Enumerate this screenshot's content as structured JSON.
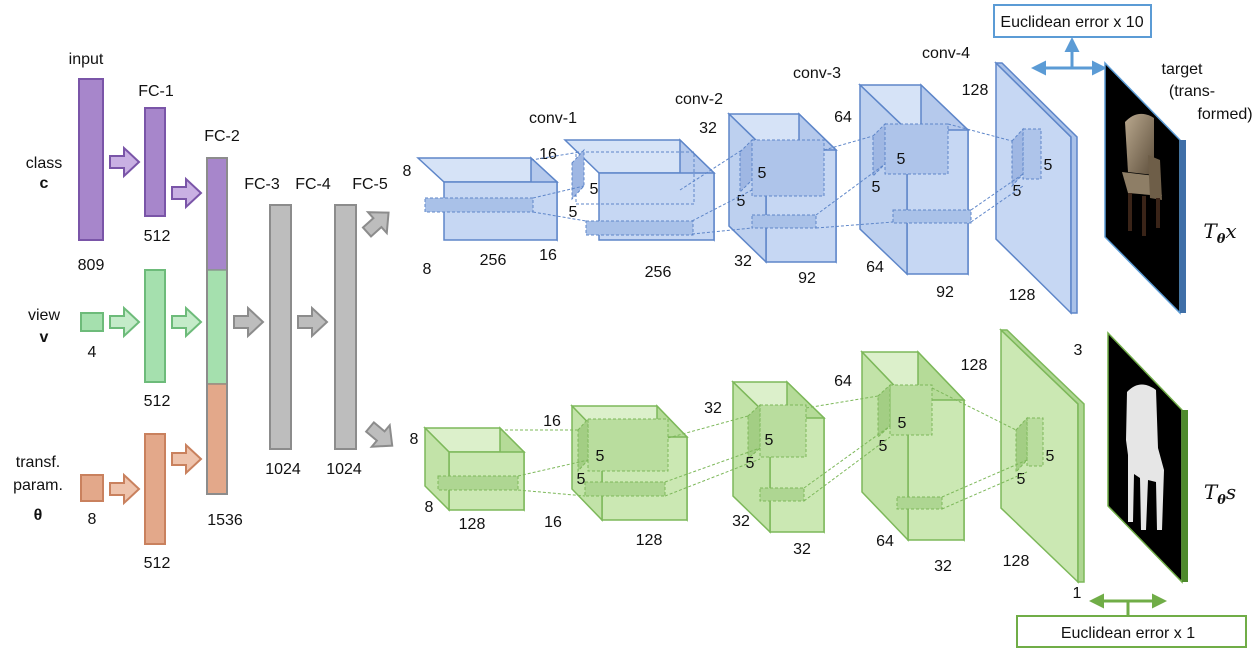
{
  "colors": {
    "input_class": "#A786CB",
    "input_class_edge": "#7A55A8",
    "input_view": "#A5E0AE",
    "input_view_edge": "#6DBB7A",
    "input_transf": "#E3A88A",
    "input_transf_edge": "#C9815E",
    "fc_gray": "#BDBDBD",
    "fc_gray_edge": "#8C8C8C",
    "conv_blue": "#C6D7F3",
    "conv_blue_edge": "#5E86C9",
    "conv_green": "#CBE8B3",
    "conv_green_edge": "#7DB85A",
    "arrow_blue": "#5B9BD5",
    "arrow_green": "#70AD47"
  },
  "inputs": {
    "header": "input",
    "class": {
      "label": "class",
      "symbol": "c",
      "size": "809"
    },
    "view": {
      "label": "view",
      "symbol": "v",
      "size": "4"
    },
    "transf": {
      "label_line1": "transf.",
      "label_line2": "param.",
      "symbol": "θ",
      "size": "8"
    }
  },
  "fc_layers": {
    "fc1": {
      "name": "FC-1",
      "size": "512"
    },
    "fc2": {
      "name": "FC-2",
      "size": "1536"
    },
    "fc3": {
      "name": "FC-3",
      "size": "1024"
    },
    "fc4": {
      "name": "FC-4",
      "size": "1024"
    },
    "fc5": {
      "name": "FC-5"
    }
  },
  "top_branch": {
    "layers": [
      {
        "name": "",
        "depth": "8",
        "height": "8",
        "width": "256"
      },
      {
        "name": "conv-1",
        "depth": "16",
        "height": "16",
        "width": "256",
        "kernel": "5"
      },
      {
        "name": "conv-2",
        "depth": "32",
        "height": "32",
        "width": "92",
        "kernel": "5"
      },
      {
        "name": "conv-3",
        "depth": "64",
        "height": "64",
        "width": "92",
        "kernel": "5"
      },
      {
        "name": "conv-4",
        "depth": "128",
        "height": "128",
        "width": "3",
        "kernel": "5"
      }
    ],
    "error_label": "Euclidean error x 10",
    "target_line1": "target",
    "target_line2": "(trans-",
    "target_line3": "formed)",
    "output_symbol_base": "T",
    "output_symbol_sub": "θ",
    "output_symbol_var": "x"
  },
  "bottom_branch": {
    "layers": [
      {
        "depth": "8",
        "height": "8",
        "width": "128"
      },
      {
        "depth": "16",
        "height": "16",
        "width": "128",
        "kernel": "5"
      },
      {
        "depth": "32",
        "height": "32",
        "width": "32",
        "kernel": "5"
      },
      {
        "depth": "64",
        "height": "64",
        "width": "32",
        "kernel": "5"
      },
      {
        "depth": "128",
        "height": "128",
        "width": "1",
        "kernel": "5"
      }
    ],
    "error_label": "Euclidean error x 1",
    "output_symbol_base": "T",
    "output_symbol_sub": "θ",
    "output_symbol_var": "s"
  }
}
